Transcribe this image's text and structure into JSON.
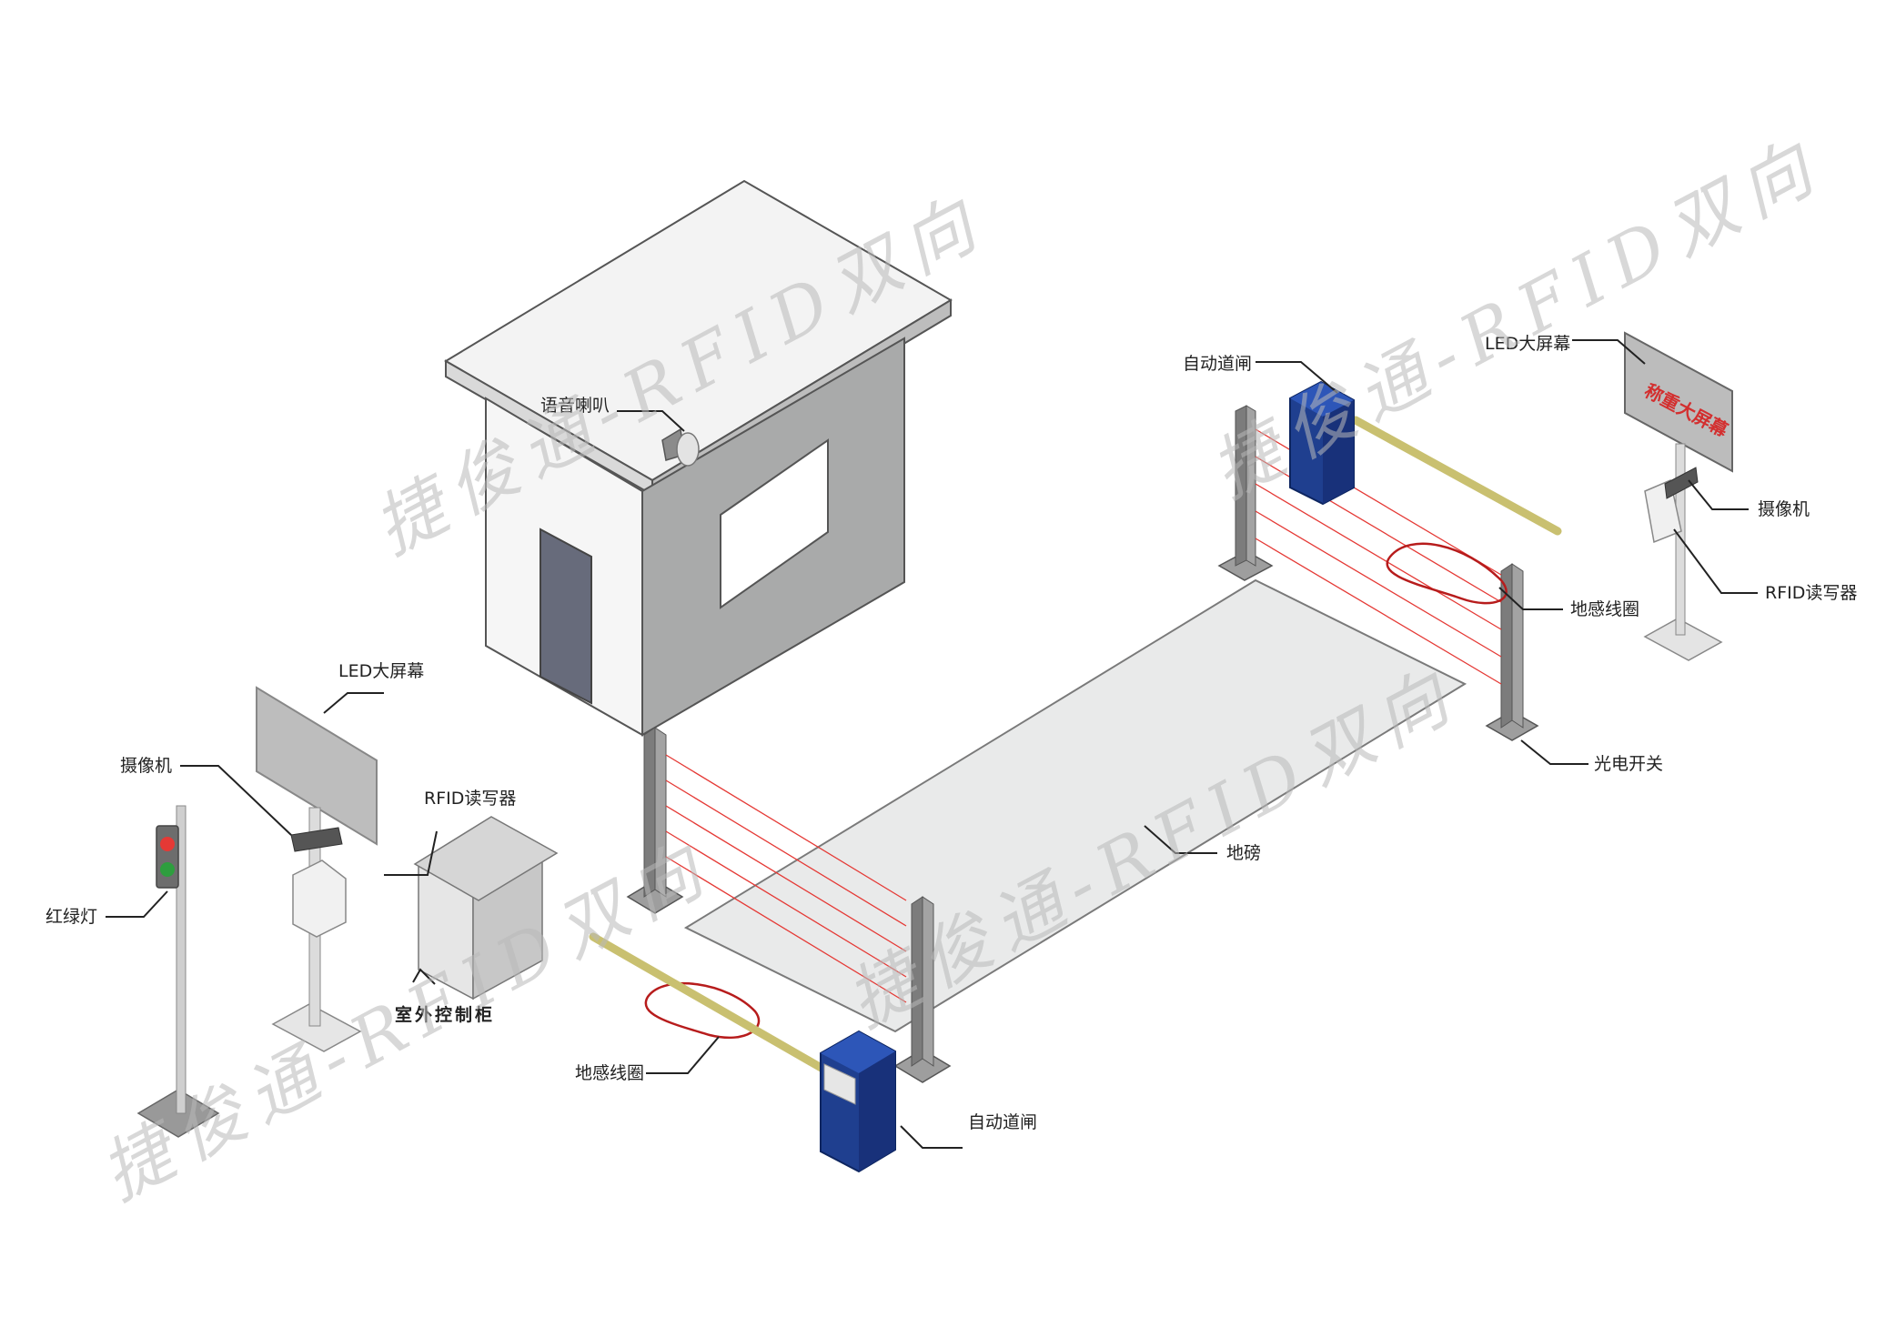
{
  "labels": {
    "speaker": "语音喇叭",
    "gate_top": "自动道闸",
    "led_right": "LED大屏幕",
    "camera_right": "摄像机",
    "rfid_right": "RFID读写器",
    "loop_right": "地感线圈",
    "photo_switch": "光电开关",
    "scale": "地磅",
    "led_left": "LED大屏幕",
    "camera_left": "摄像机",
    "rfid_left": "RFID读写器",
    "traffic_light": "红绿灯",
    "cabinet": "室外控制柜",
    "loop_left": "地感线圈",
    "gate_bottom": "自动道闸"
  },
  "led_screen_text": "称重大屏幕",
  "watermark": "捷俊通-RFID双向",
  "colors": {
    "gate_blue": "#1f3f8f",
    "beam_red": "#e53935",
    "loop_red": "#b71c1c",
    "barrier_arm": "#c9c070",
    "booth_wall": "#a9aaaa",
    "booth_front": "#f4f4f4",
    "pillar": "#888888"
  }
}
